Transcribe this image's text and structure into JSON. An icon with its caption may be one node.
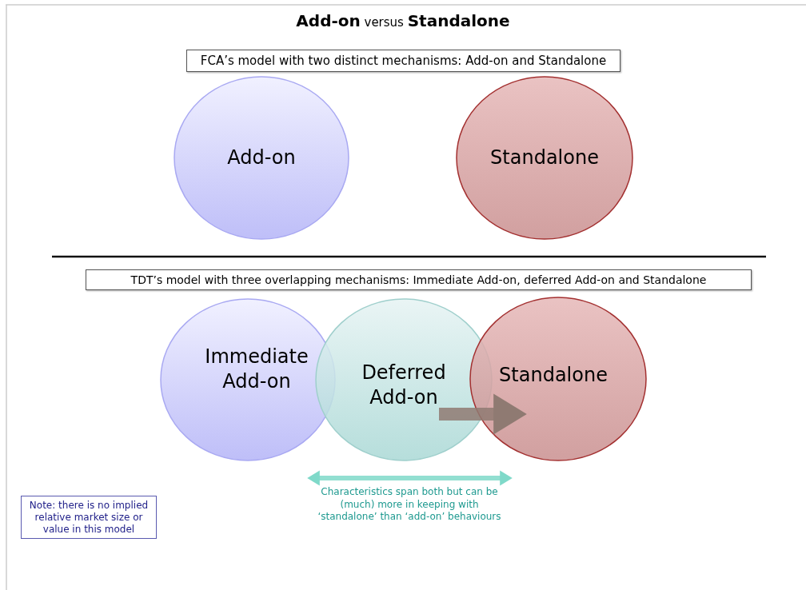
{
  "diagram": {
    "title": "**Add-on** versus **Standalone**",
    "nodes": [
      {
        "text": [
          "FCA’s model with two distinct mechanisms: Add-on and Standalone"
        ]
      },
      {
        "text": [
          "Add-on"
        ]
      },
      {
        "text": [
          "Standalone"
        ]
      },
      {
        "text": [
          "TDT’s model with three overlapping mechanisms: Immediate Add-on,  deferred Add-on and Standalone"
        ]
      },
      {
        "text": [
          "Immediate Add-on"
        ]
      },
      {
        "text": [
          "Deferred Add-on"
        ]
      },
      {
        "text": [
          "Standalone"
        ]
      },
      {
        "text": [
          "Note: there is no implied relative market size or value in this model"
        ]
      }
    ],
    "edges": [
      {
        "from": 5,
        "to": 6,
        "arrow": "to",
        "style": "thick",
        "color": "#8f7a72"
      },
      {
        "from": 4,
        "to": 6,
        "arrow": "both",
        "color": "#7fd9c9"
      }
    ],
    "labels": [
      "Characteristics span both but can be (much) more in keeping with ‘standalone’ than ‘add-on’ behaviours"
    ]
  }
}
